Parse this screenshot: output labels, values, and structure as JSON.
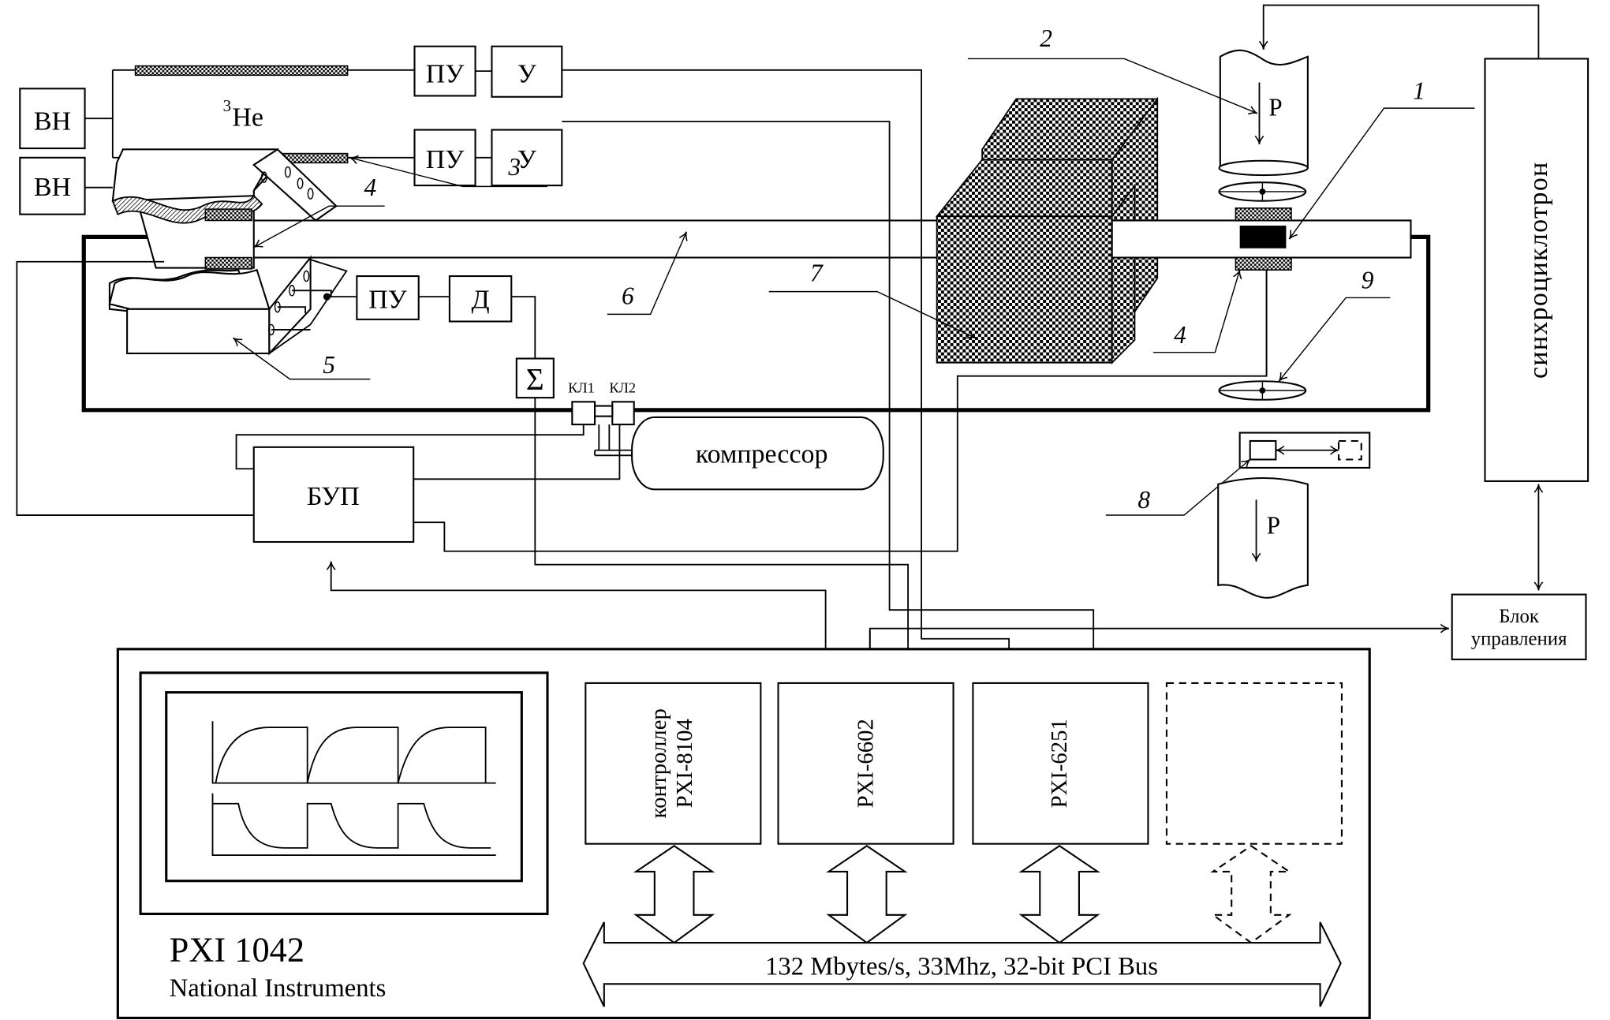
{
  "diagram": {
    "title": "Experimental setup block diagram",
    "blocks": {
      "hv_top": "ВН",
      "hv_mid": "ВН",
      "he3_label_sup": "3",
      "he3_label": "He",
      "preamp_1": "ПУ",
      "amp_1": "У",
      "preamp_2": "ПУ",
      "amp_2": "У",
      "preamp_3": "ПУ",
      "discriminator": "Д",
      "summator": "Σ",
      "valve_1": "КЛ1",
      "valve_2": "КЛ2",
      "compressor": "компрессор",
      "bup": "БУП",
      "synchrocyclotron": "синхроциклотрон",
      "control_unit_line1": "Блок",
      "control_unit_line2": "управления",
      "beam_top_label": "P",
      "beam_bottom_label": "P"
    },
    "callouts": [
      "1",
      "2",
      "3",
      "4",
      "4",
      "5",
      "6",
      "7",
      "8",
      "9"
    ],
    "pxi": {
      "chassis_name": "PXI 1042",
      "vendor": "National Instruments",
      "modules": [
        {
          "line1": "контроллер",
          "line2": "PXI-8104"
        },
        {
          "line1": "PXI-6602",
          "line2": ""
        },
        {
          "line1": "PXI-6251",
          "line2": ""
        },
        {
          "line1": "",
          "line2": "",
          "placeholder": true
        }
      ],
      "bus_label": "132 Mbytes/s, 33Mhz, 32-bit PCI Bus"
    }
  }
}
